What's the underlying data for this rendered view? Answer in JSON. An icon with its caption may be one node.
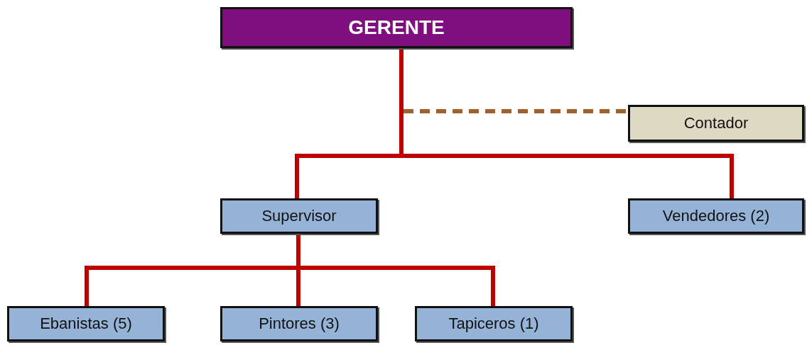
{
  "diagram": {
    "nodes": [
      {
        "text": [
          "GERENTE"
        ]
      },
      {
        "text": [
          "Contador"
        ]
      },
      {
        "text": [
          "Supervisor"
        ]
      },
      {
        "text": [
          "Vendedores (2)"
        ]
      },
      {
        "text": [
          "Ebanistas (5)"
        ]
      },
      {
        "text": [
          "Pintores (3)"
        ]
      },
      {
        "text": [
          "Tapiceros (1)"
        ]
      }
    ],
    "edges": [
      {
        "from": 0,
        "to": 1,
        "arrow": "none",
        "style": "dashed",
        "color": "#a0622d"
      },
      {
        "from": 0,
        "to": 2,
        "arrow": "none"
      },
      {
        "from": 0,
        "to": 3,
        "arrow": "none"
      },
      {
        "from": 2,
        "to": 4,
        "arrow": "none"
      },
      {
        "from": 2,
        "to": 5,
        "arrow": "none"
      },
      {
        "from": 2,
        "to": 6,
        "arrow": "none"
      }
    ]
  }
}
